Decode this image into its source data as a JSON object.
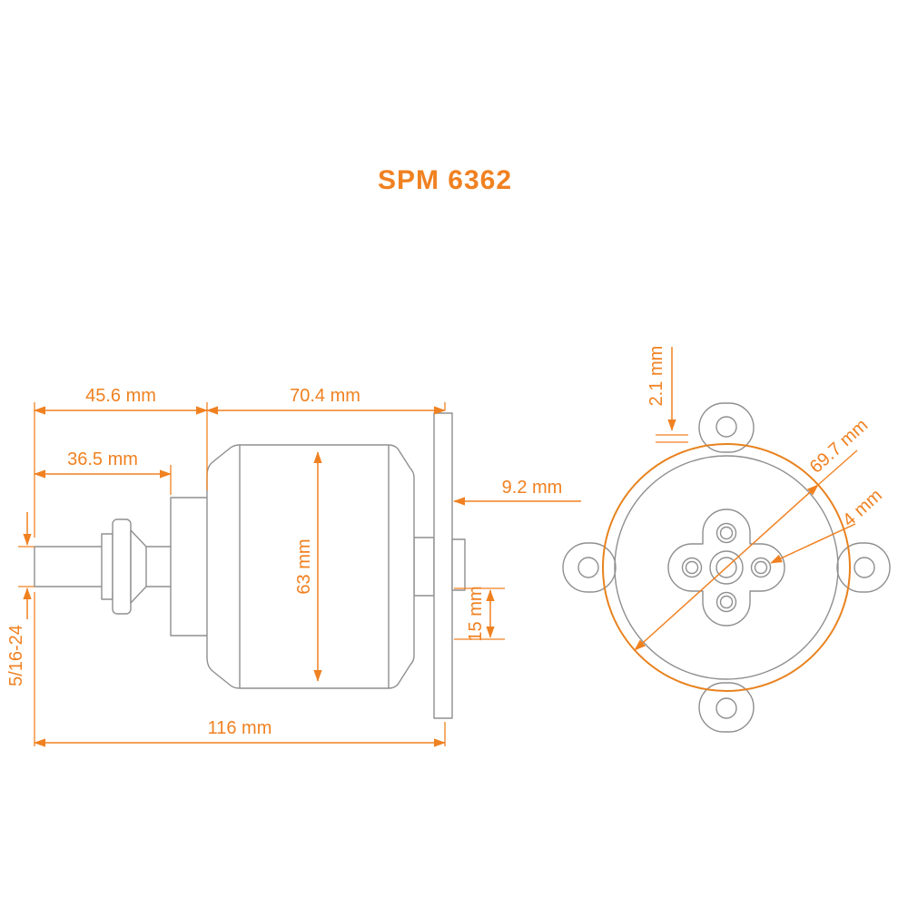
{
  "title": "SPM 6362",
  "colors": {
    "accent": "#F08121",
    "geometry": "#8F8F8F",
    "background": "#FFFFFF"
  },
  "side_view": {
    "dimensions": {
      "front_section": "45.6 mm",
      "body_length": "70.4 mm",
      "shaft_length": "36.5 mm",
      "plate_offset": "9.2 mm",
      "body_diameter": "63 mm",
      "rear_boss": "15 mm",
      "shaft_thread": "5/16-24",
      "overall_length": "116 mm"
    }
  },
  "front_view": {
    "dimensions": {
      "plate_thickness": "2.1 mm",
      "mount_diameter": "69.7 mm",
      "hole_diameter": "4 mm"
    }
  }
}
